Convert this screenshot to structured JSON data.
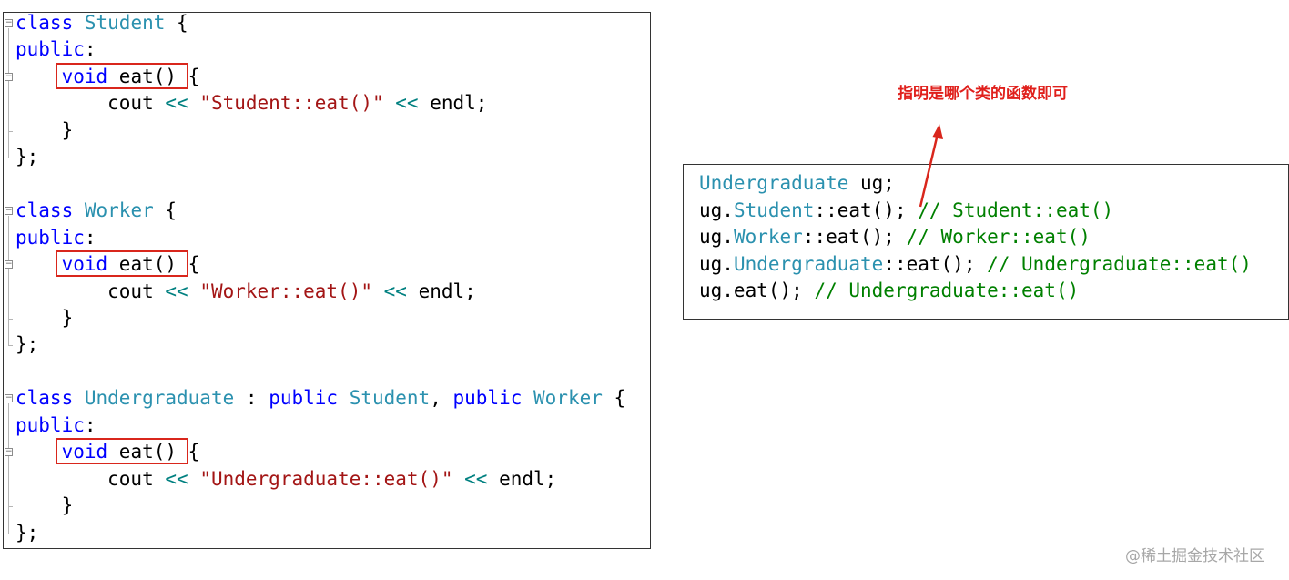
{
  "left_code": {
    "lines": [
      [
        [
          "kw",
          "class"
        ],
        [
          "pl",
          " "
        ],
        [
          "ty",
          "Student"
        ],
        [
          "pl",
          " {"
        ]
      ],
      [
        [
          "kw",
          "public"
        ],
        [
          "pl",
          ":"
        ]
      ],
      [
        [
          "pl",
          "    "
        ],
        [
          "kw",
          "void"
        ],
        [
          "pl",
          " eat() {"
        ]
      ],
      [
        [
          "pl",
          "        cout "
        ],
        [
          "op",
          "<<"
        ],
        [
          "pl",
          " "
        ],
        [
          "str",
          "\"Student::eat()\""
        ],
        [
          "pl",
          " "
        ],
        [
          "op",
          "<<"
        ],
        [
          "pl",
          " endl;"
        ]
      ],
      [
        [
          "pl",
          "    }"
        ]
      ],
      [
        [
          "pl",
          "};"
        ]
      ],
      [
        [
          "pl",
          ""
        ]
      ],
      [
        [
          "kw",
          "class"
        ],
        [
          "pl",
          " "
        ],
        [
          "ty",
          "Worker"
        ],
        [
          "pl",
          " {"
        ]
      ],
      [
        [
          "kw",
          "public"
        ],
        [
          "pl",
          ":"
        ]
      ],
      [
        [
          "pl",
          "    "
        ],
        [
          "kw",
          "void"
        ],
        [
          "pl",
          " eat() {"
        ]
      ],
      [
        [
          "pl",
          "        cout "
        ],
        [
          "op",
          "<<"
        ],
        [
          "pl",
          " "
        ],
        [
          "str",
          "\"Worker::eat()\""
        ],
        [
          "pl",
          " "
        ],
        [
          "op",
          "<<"
        ],
        [
          "pl",
          " endl;"
        ]
      ],
      [
        [
          "pl",
          "    }"
        ]
      ],
      [
        [
          "pl",
          "};"
        ]
      ],
      [
        [
          "pl",
          ""
        ]
      ],
      [
        [
          "kw",
          "class"
        ],
        [
          "pl",
          " "
        ],
        [
          "ty",
          "Undergraduate"
        ],
        [
          "pl",
          " : "
        ],
        [
          "kw",
          "public"
        ],
        [
          "pl",
          " "
        ],
        [
          "ty",
          "Student"
        ],
        [
          "pl",
          ", "
        ],
        [
          "kw",
          "public"
        ],
        [
          "pl",
          " "
        ],
        [
          "ty",
          "Worker"
        ],
        [
          "pl",
          " {"
        ]
      ],
      [
        [
          "kw",
          "public"
        ],
        [
          "pl",
          ":"
        ]
      ],
      [
        [
          "pl",
          "    "
        ],
        [
          "kw",
          "void"
        ],
        [
          "pl",
          " eat() {"
        ]
      ],
      [
        [
          "pl",
          "        cout "
        ],
        [
          "op",
          "<<"
        ],
        [
          "pl",
          " "
        ],
        [
          "str",
          "\"Undergraduate::eat()\""
        ],
        [
          "pl",
          " "
        ],
        [
          "op",
          "<<"
        ],
        [
          "pl",
          " endl;"
        ]
      ],
      [
        [
          "pl",
          "    }"
        ]
      ],
      [
        [
          "pl",
          "};"
        ]
      ]
    ]
  },
  "right_code": {
    "lines": [
      [
        [
          "ty",
          "Undergraduate"
        ],
        [
          "pl",
          " ug;"
        ]
      ],
      [
        [
          "pl",
          "ug."
        ],
        [
          "ty",
          "Student"
        ],
        [
          "pl",
          "::eat(); "
        ],
        [
          "cm",
          "// Student::eat()"
        ]
      ],
      [
        [
          "pl",
          "ug."
        ],
        [
          "ty",
          "Worker"
        ],
        [
          "pl",
          "::eat(); "
        ],
        [
          "cm",
          "// Worker::eat()"
        ]
      ],
      [
        [
          "pl",
          "ug."
        ],
        [
          "ty",
          "Undergraduate"
        ],
        [
          "pl",
          "::eat(); "
        ],
        [
          "cm",
          "// Undergraduate::eat()"
        ]
      ],
      [
        [
          "pl",
          "ug.eat(); "
        ],
        [
          "cm",
          "// Undergraduate::eat()"
        ]
      ]
    ]
  },
  "annotation": "指明是哪个类的函数即可",
  "watermark": "@稀土掘金技术社区",
  "colors": {
    "keyword": "#0000ff",
    "type": "#2b91af",
    "string": "#a31515",
    "operator": "#008080",
    "comment": "#008000",
    "highlight": "#d9261c",
    "annotation": "#e0201c"
  }
}
